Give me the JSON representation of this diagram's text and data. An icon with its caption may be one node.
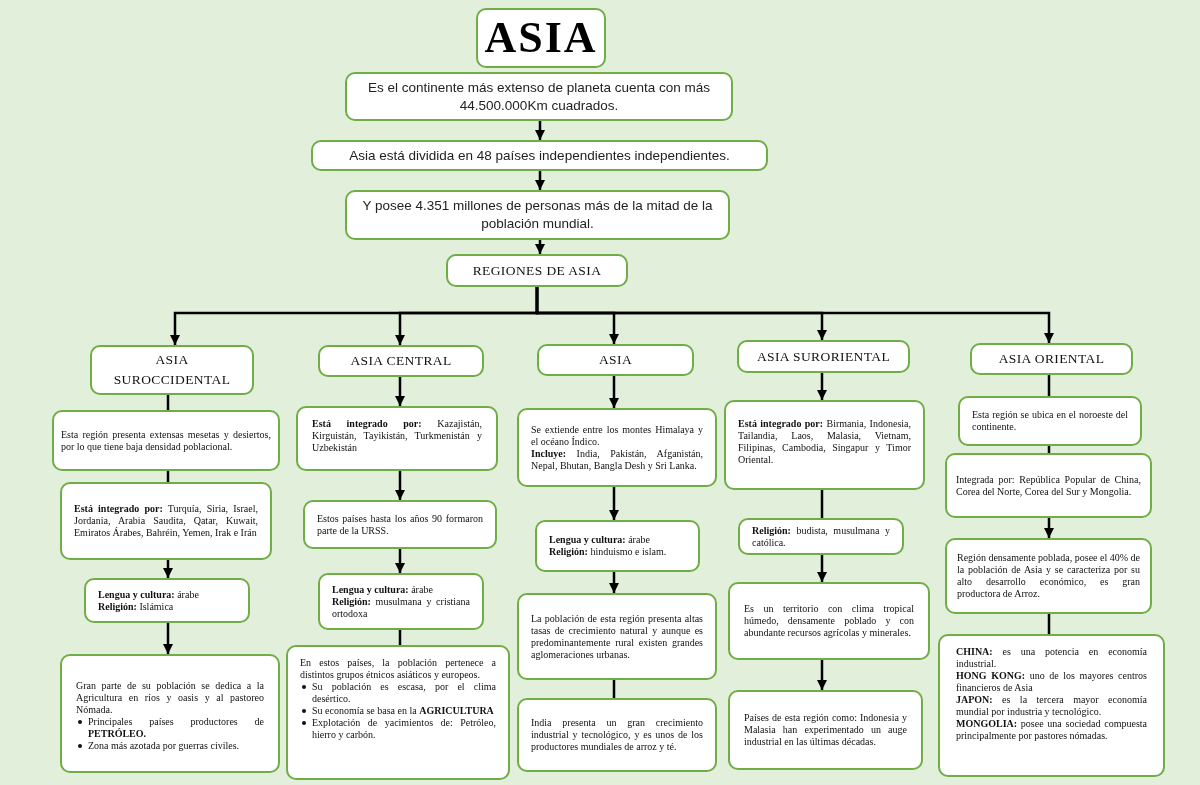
{
  "diagram": {
    "nodes": [
      {
        "text": [
          "ASIA"
        ]
      },
      {
        "text": [
          "Es el continente más extenso de planeta cuenta con más 44.500.000Km cuadrados."
        ]
      },
      {
        "text": [
          "Asia está dividida en 48 países independientes independientes."
        ]
      },
      {
        "text": [
          "Y posee 4.351 millones de personas más de la mitad de la población mundial."
        ]
      },
      {
        "text": [
          "REGIONES DE ASIA"
        ]
      },
      {
        "text": [
          "ASIA SUROCCIDENTAL"
        ]
      },
      {
        "text": [
          "ASIA CENTRAL"
        ]
      },
      {
        "text": [
          "ASIA"
        ]
      },
      {
        "text": [
          "ASIA SURORIENTAL"
        ]
      },
      {
        "text": [
          "ASIA ORIENTAL"
        ]
      },
      {
        "text": [
          "Esta región presenta extensas mesetas y desiertos, por lo que tiene baja densidad poblacional."
        ]
      },
      {
        "text": [
          "**Está integrado por:** Turquía, Siria, Israel, Jordania, Arabia Saudita, Qatar, Kuwait, Emiratos Árabes, Bahréin, Yemen, Irak e Irán"
        ]
      },
      {
        "text": [
          "**Lengua y cultura:** árabe",
          "**Religión:** Islámica"
        ]
      },
      {
        "text": [
          "Gran parte de su población se dedica a la Agricultura en ríos y oasis y al pastoreo Nómada.",
          "Principales países productores de **PETRÓLEO.**",
          "Zona más azotada por guerras civiles."
        ]
      },
      {
        "text": [
          "**Está integrado por:** Kazajistán, Kirguistán, Tayikistán, Turkmenistán y Uzbekistán"
        ]
      },
      {
        "text": [
          "Estos países hasta los años 90 formaron parte de la URSS."
        ]
      },
      {
        "text": [
          "**Lengua y cultura:** árabe",
          "**Religión:** musulmana y cristiana ortodoxa"
        ]
      },
      {
        "text": [
          "En estos países, la población pertenece a distintos grupos étnicos asiáticos y europeos.",
          "Su población es escasa, por el clima desértico.",
          "Su economía se basa en la **AGRICULTURA**",
          "Explotación de yacimientos de: Petróleo, hierro y carbón."
        ]
      },
      {
        "text": [
          "Se extiende entre los montes Himalaya y el océano Índico.",
          "**Incluye:** India, Pakistán, Afganistán, Nepal, Bhutan, Bangla Desh y Sri Lanka."
        ]
      },
      {
        "text": [
          "**Lengua y cultura:** árabe",
          "**Religión:** hinduismo e islam."
        ]
      },
      {
        "text": [
          "La población de esta región presenta altas tasas de crecimiento natural y aunque es predominantemente rural existen grandes aglomeraciones urbanas."
        ]
      },
      {
        "text": [
          "India presenta un gran crecimiento industrial y tecnológico, y es unos de los productores mundiales de arroz y té."
        ]
      },
      {
        "text": [
          "**Está integrado por:** Birmania, Indonesia, Tailandia, Laos, Malasia, Vietnam, Filipinas, Cambodia, Singapur y Timor Oriental."
        ]
      },
      {
        "text": [
          "**Religión:** budista, musulmana y católica."
        ]
      },
      {
        "text": [
          "Es un territorio con clima tropical húmedo, densamente poblado y con abundante recursos agrícolas y minerales."
        ]
      },
      {
        "text": [
          "Países de esta región como: Indonesia y Malasia han experimentado un auge industrial en las últimas décadas."
        ]
      },
      {
        "text": [
          "Esta región se ubica en el noroeste del continente."
        ]
      },
      {
        "text": [
          "Integrada por: República Popular de China, Corea del Norte, Corea del Sur y Mongolia."
        ]
      },
      {
        "text": [
          "Región densamente poblada, posee el 40% de la población de Asia y se caracteriza por su alto desarrollo económico, es gran productora de Arroz."
        ]
      },
      {
        "text": [
          "**CHINA:** es una potencia en economía industrial.",
          "**HONG KONG:** uno de los mayores centros financieros de Asia",
          "**JAPON:** es la tercera mayor economía mundial por industria y tecnológico.",
          "**MONGOLIA:** posee una sociedad compuesta principalmente por pastores nómadas."
        ]
      }
    ],
    "edges": [
      {
        "from": 1,
        "to": 2,
        "arrow": "to"
      },
      {
        "from": 2,
        "to": 3,
        "arrow": "to"
      },
      {
        "from": 3,
        "to": 4,
        "arrow": "to"
      },
      {
        "from": 4,
        "to": 5,
        "arrow": "to"
      },
      {
        "from": 4,
        "to": 6,
        "arrow": "to"
      },
      {
        "from": 4,
        "to": 7,
        "arrow": "to"
      },
      {
        "from": 4,
        "to": 8,
        "arrow": "to"
      },
      {
        "from": 4,
        "to": 9,
        "arrow": "to"
      },
      {
        "from": 5,
        "to": 10,
        "arrow": "none"
      },
      {
        "from": 10,
        "to": 11,
        "arrow": "none"
      },
      {
        "from": 11,
        "to": 12,
        "arrow": "to"
      },
      {
        "from": 12,
        "to": 13,
        "arrow": "to"
      },
      {
        "from": 6,
        "to": 14,
        "arrow": "to"
      },
      {
        "from": 14,
        "to": 15,
        "arrow": "to"
      },
      {
        "from": 15,
        "to": 16,
        "arrow": "to"
      },
      {
        "from": 16,
        "to": 17,
        "arrow": "none"
      },
      {
        "from": 7,
        "to": 18,
        "arrow": "to"
      },
      {
        "from": 18,
        "to": 19,
        "arrow": "to"
      },
      {
        "from": 19,
        "to": 20,
        "arrow": "to"
      },
      {
        "from": 20,
        "to": 21,
        "arrow": "none"
      },
      {
        "from": 8,
        "to": 22,
        "arrow": "to"
      },
      {
        "from": 22,
        "to": 23,
        "arrow": "none"
      },
      {
        "from": 23,
        "to": 24,
        "arrow": "to"
      },
      {
        "from": 24,
        "to": 25,
        "arrow": "to"
      },
      {
        "from": 9,
        "to": 26,
        "arrow": "none"
      },
      {
        "from": 26,
        "to": 27,
        "arrow": "none"
      },
      {
        "from": 27,
        "to": 28,
        "arrow": "to"
      },
      {
        "from": 28,
        "to": 29,
        "arrow": "none"
      }
    ]
  }
}
